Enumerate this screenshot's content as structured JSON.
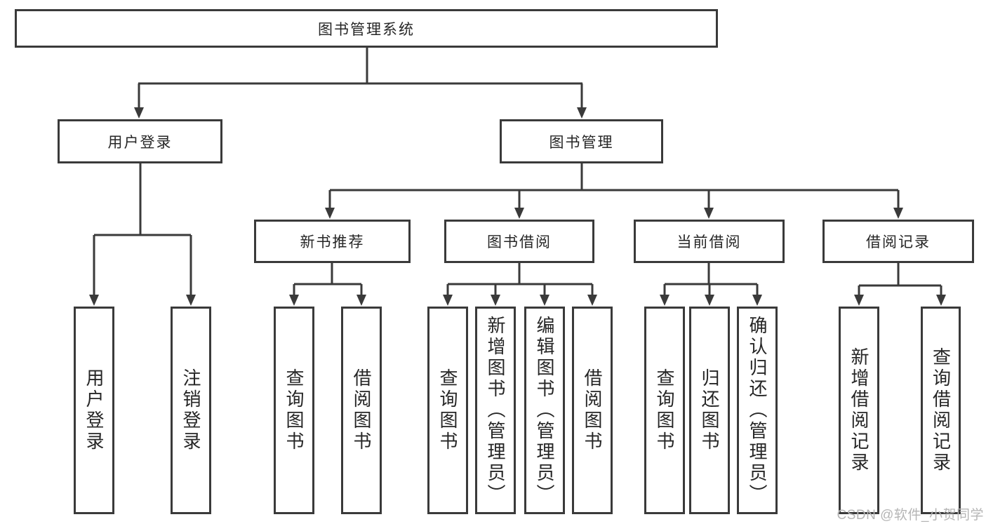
{
  "diagram": {
    "root": {
      "label": "图书管理系统"
    },
    "level2": [
      {
        "id": "user-login",
        "label": "用户登录"
      },
      {
        "id": "book-management",
        "label": "图书管理"
      }
    ],
    "level3": [
      {
        "id": "new-book-recommendation",
        "label": "新书推荐"
      },
      {
        "id": "book-borrowing",
        "label": "图书借阅"
      },
      {
        "id": "current-borrowing",
        "label": "当前借阅"
      },
      {
        "id": "borrowing-records",
        "label": "借阅记录"
      }
    ],
    "leaves": [
      {
        "parent": "用户登录",
        "label": "用户登录"
      },
      {
        "parent": "用户登录",
        "label": "注销登录"
      },
      {
        "parent": "新书推荐",
        "label": "查询图书"
      },
      {
        "parent": "新书推荐",
        "label": "借阅图书"
      },
      {
        "parent": "图书借阅",
        "label": "查询图书"
      },
      {
        "parent": "图书借阅",
        "label": "新增图书（管理员）"
      },
      {
        "parent": "图书借阅",
        "label": "编辑图书（管理员）"
      },
      {
        "parent": "图书借阅",
        "label": "借阅图书"
      },
      {
        "parent": "当前借阅",
        "label": "查询图书"
      },
      {
        "parent": "当前借阅",
        "label": "归还图书"
      },
      {
        "parent": "当前借阅",
        "label": "确认归还（管理员）"
      },
      {
        "parent": "借阅记录",
        "label": "新增借阅记录"
      },
      {
        "parent": "借阅记录",
        "label": "查询借阅记录"
      }
    ]
  },
  "watermark": {
    "text": "CSDN @软件_小贺同学"
  },
  "colors": {
    "line": "#3a3a3a",
    "text": "#262626",
    "background": "#ffffff",
    "watermark": "#b5b5b5"
  }
}
